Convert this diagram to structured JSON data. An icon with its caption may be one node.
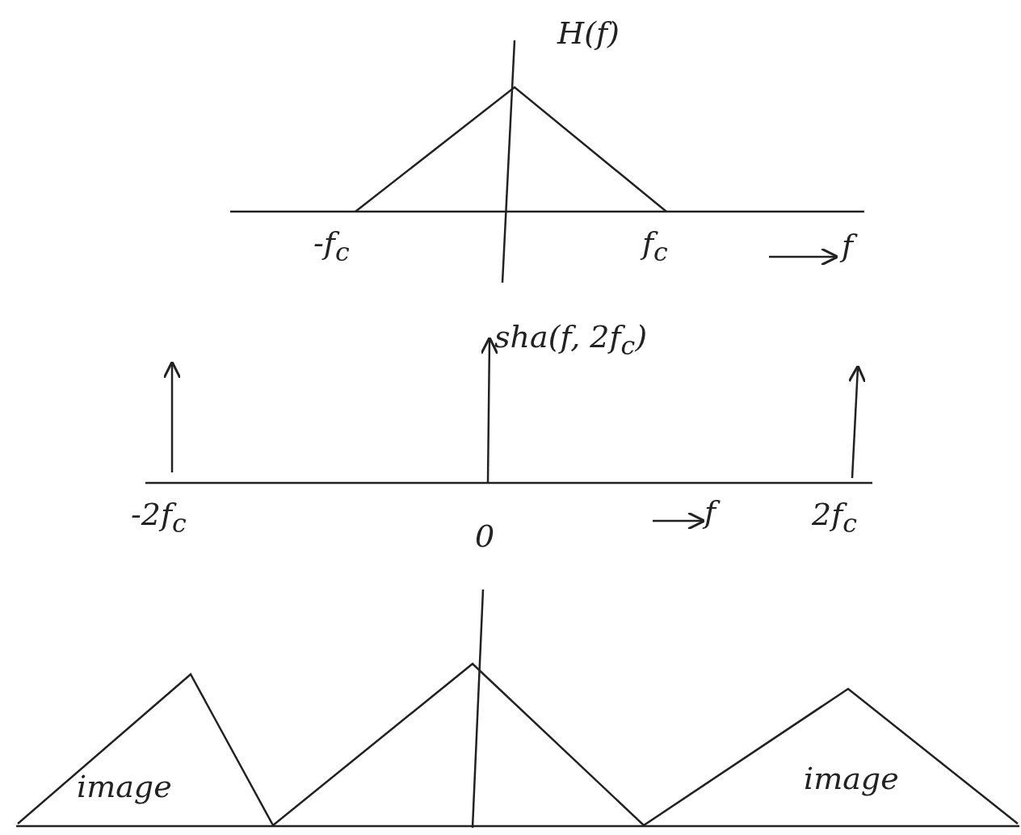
{
  "diagram": {
    "labels": [
      "H(f)",
      "-f$_{c}$",
      "f$_{c}$",
      "f",
      "sha(f, 2f$_{c}$)",
      "-2f$_{c}$",
      "0",
      "f",
      "2f$_{c}$",
      "image",
      "image"
    ]
  }
}
